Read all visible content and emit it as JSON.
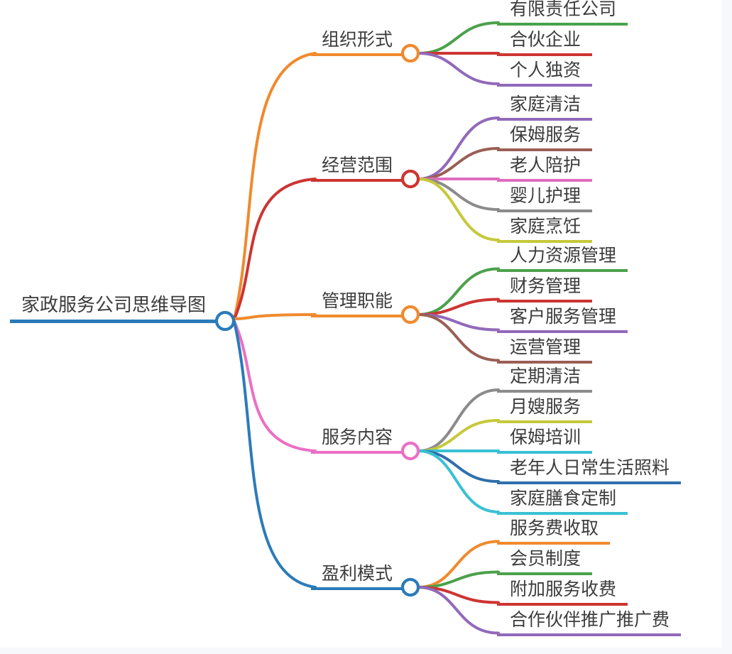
{
  "canvas": {
    "background": "#ffffff",
    "gutter_color": "#f7f8fc",
    "text_color": "#3c3c3c"
  },
  "root": {
    "label": "家政服务公司思维导图",
    "color": "#2b7bb9"
  },
  "branches": [
    {
      "label": "组织形式",
      "color": "#f08a2d",
      "children": [
        {
          "label": "有限责任公司",
          "color": "#4ba14b"
        },
        {
          "label": "合伙企业",
          "color": "#cd3531"
        },
        {
          "label": "个人独资",
          "color": "#9169b9"
        }
      ]
    },
    {
      "label": "经营范围",
      "color": "#cd3531",
      "children": [
        {
          "label": "家庭清洁",
          "color": "#9169b9"
        },
        {
          "label": "保姆服务",
          "color": "#9a5f55"
        },
        {
          "label": "老人陪护",
          "color": "#e06cbe"
        },
        {
          "label": "婴儿护理",
          "color": "#8b8b8b"
        },
        {
          "label": "家庭烹饪",
          "color": "#c5c93a"
        }
      ]
    },
    {
      "label": "管理职能",
      "color": "#f08a2d",
      "children": [
        {
          "label": "人力资源管理",
          "color": "#4ba14b"
        },
        {
          "label": "财务管理",
          "color": "#cd3531"
        },
        {
          "label": "客户服务管理",
          "color": "#9169b9"
        },
        {
          "label": "运营管理",
          "color": "#9a5f55"
        }
      ]
    },
    {
      "label": "服务内容",
      "color": "#ec6fc4",
      "children": [
        {
          "label": "定期清洁",
          "color": "#8b8b8b"
        },
        {
          "label": "月嫂服务",
          "color": "#c5c93a"
        },
        {
          "label": "保姆培训",
          "color": "#3ac0d4"
        },
        {
          "label": "老年人日常生活照料",
          "color": "#2f6fae"
        },
        {
          "label": "家庭膳食定制",
          "color": "#3ac0d4"
        }
      ]
    },
    {
      "label": "盈利模式",
      "color": "#2b7bb9",
      "children": [
        {
          "label": "服务费收取",
          "color": "#f08a2d"
        },
        {
          "label": "会员制度",
          "color": "#4ba14b"
        },
        {
          "label": "附加服务收费",
          "color": "#cd3531"
        },
        {
          "label": "合作伙伴推广推广费",
          "color": "#9169b9"
        }
      ]
    }
  ]
}
